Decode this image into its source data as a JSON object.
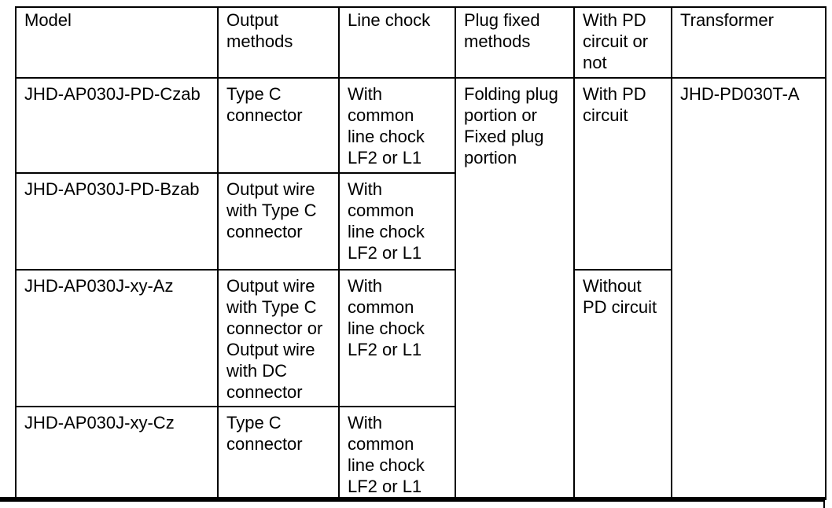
{
  "document": {
    "background_color": "#ffffff",
    "line_color": "#000000",
    "text_color": "#000000"
  },
  "table": {
    "headers": {
      "model": "Model",
      "output_methods": "Output\nmethods",
      "line_chock": "Line chock",
      "plug_fixed_methods": "Plug fixed\nmethods",
      "pd_circuit": "With PD\ncircuit or\nnot",
      "transformer": "Transformer"
    },
    "rows": [
      {
        "model": "JHD-AP030J-PD-Czab",
        "output_method": "Type C\nconnector",
        "line_chock": "With\ncommon\nline chock\nLF2 or L1"
      },
      {
        "model": "JHD-AP030J-PD-Bzab",
        "output_method": "Output wire\nwith Type C\nconnector",
        "line_chock": "With\ncommon\nline chock\nLF2 or L1"
      },
      {
        "model": "JHD-AP030J-xy-Az",
        "output_method": "Output wire\nwith Type C\nconnector or\nOutput wire\nwith DC\nconnector",
        "line_chock": "With\ncommon\nline chock\nLF2 or L1"
      },
      {
        "model": "JHD-AP030J-xy-Cz",
        "output_method": "Type C\nconnector",
        "line_chock": "With\ncommon\nline chock\nLF2 or L1"
      }
    ],
    "plug_fixed_method": "Folding plug\nportion or\nFixed plug\nportion",
    "pd_with_circuit": "With PD\ncircuit",
    "pd_without_circuit": "Without\nPD circuit",
    "transformer_model": "JHD-PD030T-A"
  }
}
